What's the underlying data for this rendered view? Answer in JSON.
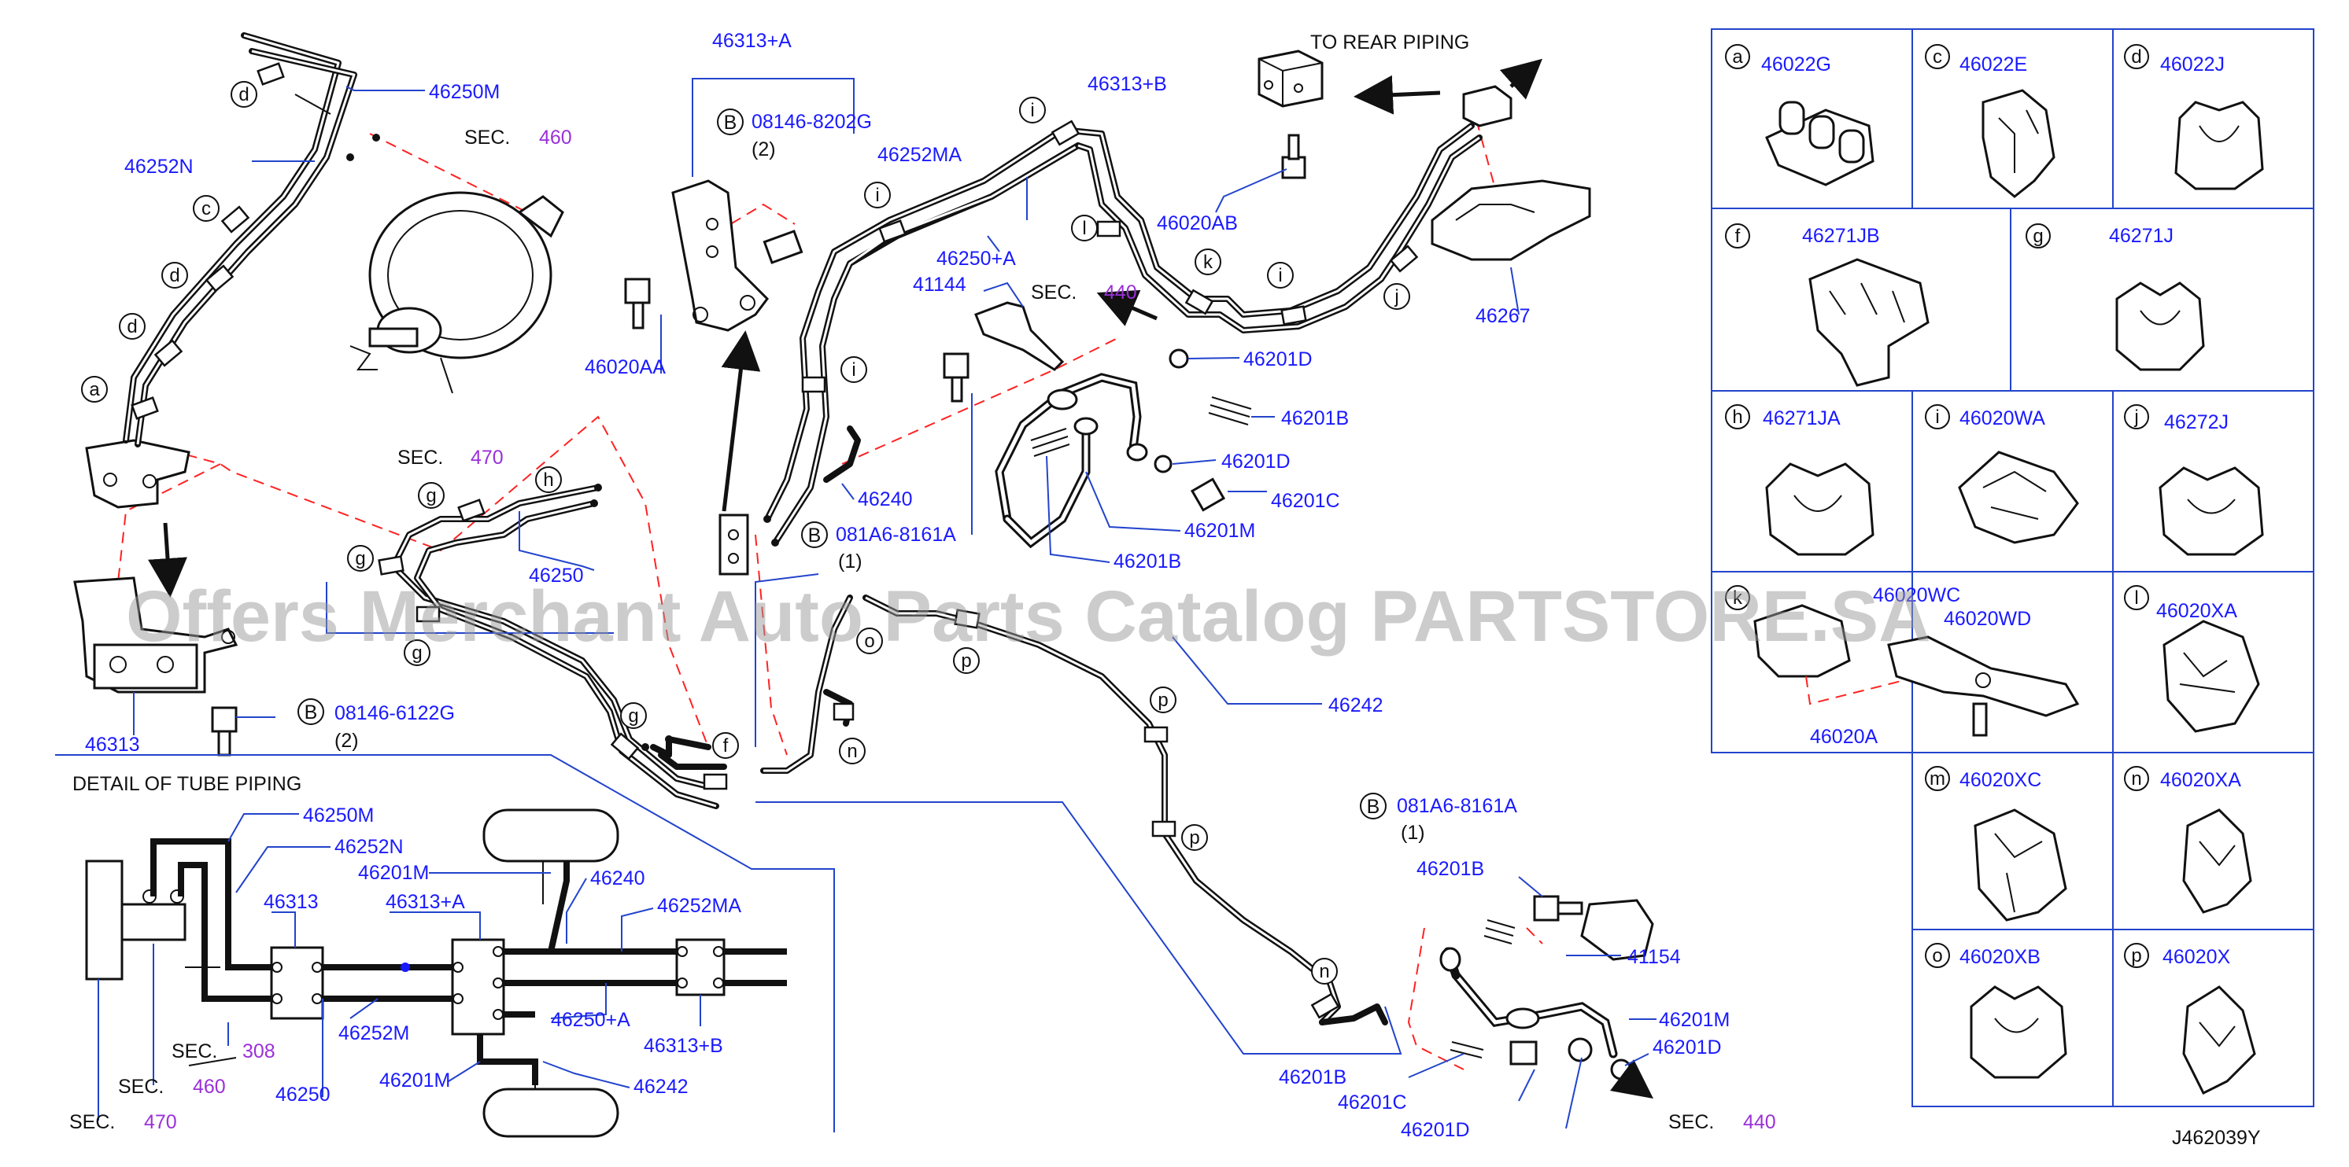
{
  "diagram_id": "J462039Y",
  "watermark": "Offers Merchant Auto Parts Catalog PARTSTORE.SA",
  "headings": {
    "to_rear_piping": "TO  REAR  PIPING",
    "detail_of_tube_piping": "DETAIL  OF  TUBE  PIPING"
  },
  "sec_prefix": "SEC.",
  "main_labels": {
    "p46250M": "46250M",
    "p46252N": "46252N",
    "p46313A_top": "46313+A",
    "p08146_8202G": "08146-8202G",
    "qty_2a": "(2)",
    "p46252MA": "46252MA",
    "p46313B_top": "46313+B",
    "p46020AB": "46020AB",
    "p46250A": "46250+A",
    "p41144": "41144",
    "p46267": "46267",
    "p46201D_1": "46201D",
    "p46201B_1": "46201B",
    "p46201D_2": "46201D",
    "p46201C_1": "46201C",
    "p46201M_1": "46201M",
    "p46201B_2": "46201B",
    "p46020AA": "46020AA",
    "p46240": "46240",
    "p081A6_1": "081A6-8161A",
    "qty_1a": "(1)",
    "p46250": "46250",
    "p46313": "46313",
    "p08146_6122G": "08146-6122G",
    "qty_2b": "(2)",
    "p46242": "46242",
    "p081A6_2": "081A6-8161A",
    "qty_1b": "(1)",
    "p46201B_3": "46201B",
    "p41154": "41154",
    "p46201M_2": "46201M",
    "p46201D_3": "46201D",
    "p46201B_4": "46201B",
    "p46201C_2": "46201C",
    "p46201D_4": "46201D"
  },
  "sec_refs": {
    "s460_top": "460",
    "s470_top": "470",
    "s440_top": "440",
    "s440_bottom": "440",
    "s308": "308",
    "s460_detail": "460",
    "s470_detail": "470"
  },
  "bolt_b": "B",
  "detail_labels": {
    "d46250M": "46250M",
    "d46252N": "46252N",
    "d46201M_a": "46201M",
    "d46240": "46240",
    "d46313": "46313",
    "d46313A": "46313+A",
    "d46252MA": "46252MA",
    "d46252M": "46252M",
    "d46250A": "46250+A",
    "d46313B": "46313+B",
    "d46250": "46250",
    "d46201M_b": "46201M",
    "d46242": "46242"
  },
  "clip_letters": {
    "d1": "d",
    "c1": "c",
    "d2": "d",
    "d3": "d",
    "a1": "a",
    "g1": "g",
    "h1": "h",
    "g2": "g",
    "g3": "g",
    "g4": "g",
    "f1": "f",
    "i1": "i",
    "i2": "i",
    "i3": "i",
    "l1": "l",
    "k1": "k",
    "i4": "i",
    "j1": "j",
    "o1": "o",
    "p1": "p",
    "p2": "p",
    "p3": "p",
    "n1": "n",
    "n2": "n"
  },
  "legend": [
    {
      "letter": "a",
      "part": "46022G"
    },
    {
      "letter": "c",
      "part": "46022E"
    },
    {
      "letter": "d",
      "part": "46022J"
    },
    {
      "letter": "f",
      "part": "46271JB"
    },
    {
      "letter": "g",
      "part": "46271J"
    },
    {
      "letter": "h",
      "part": "46271JA"
    },
    {
      "letter": "i",
      "part": "46020WA"
    },
    {
      "letter": "j",
      "part": "46272J"
    },
    {
      "letter": "k",
      "part": "46020WC"
    },
    {
      "letter": "",
      "part": "46020WD"
    },
    {
      "letter": "",
      "part": "46020A"
    },
    {
      "letter": "l",
      "part": "46020XA"
    },
    {
      "letter": "m",
      "part": "46020XC"
    },
    {
      "letter": "n",
      "part": "46020XA"
    },
    {
      "letter": "o",
      "part": "46020XB"
    },
    {
      "letter": "p",
      "part": "46020X"
    }
  ]
}
